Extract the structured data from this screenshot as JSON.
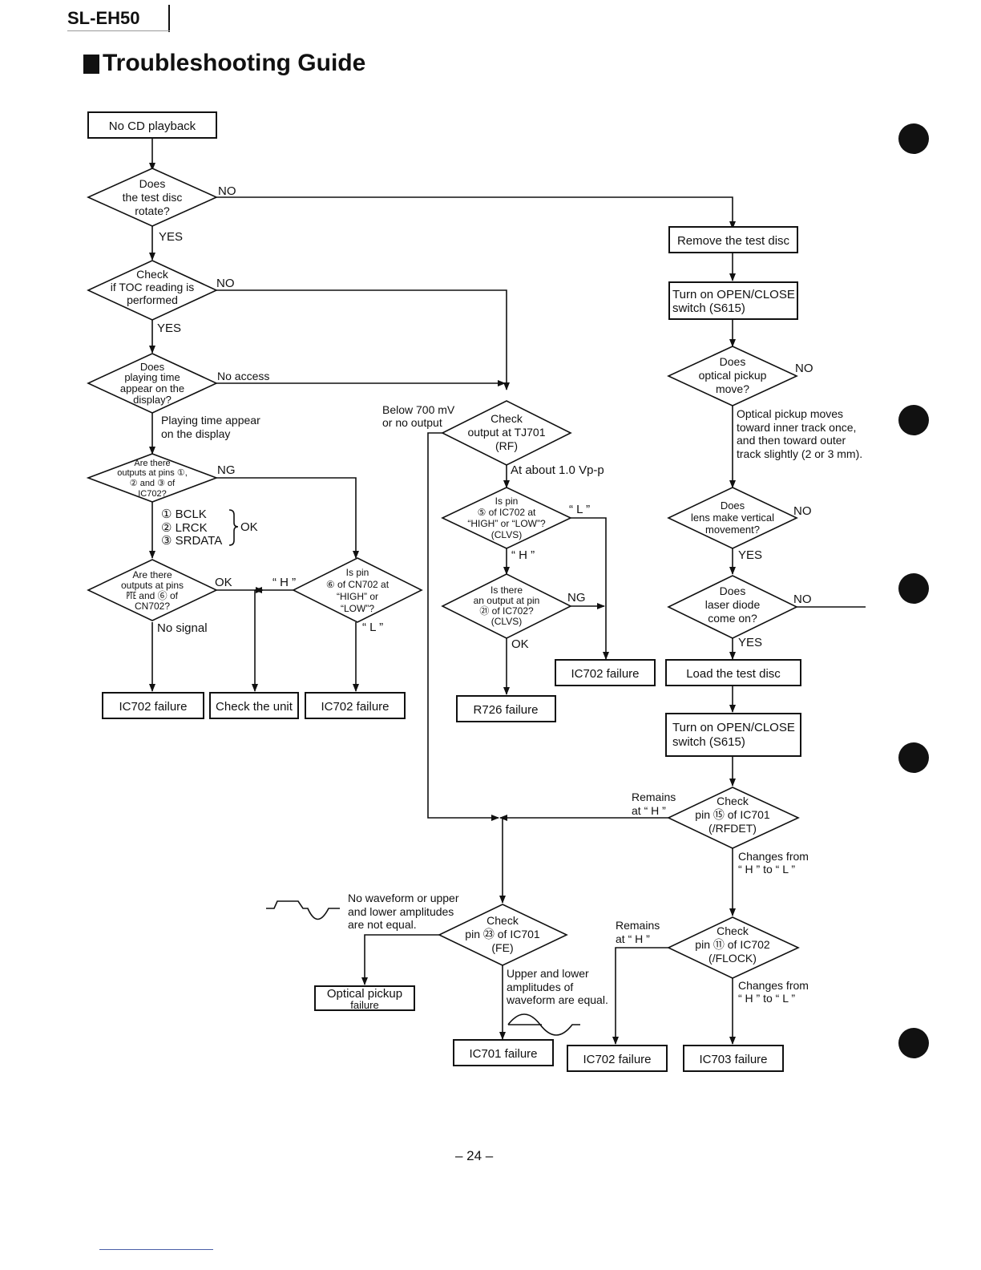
{
  "header": {
    "model": "SL-EH50",
    "title": "Troubleshooting Guide"
  },
  "page_number": "– 24 –",
  "flow": {
    "start": "No CD playback",
    "rotate_q": [
      "Does",
      "the test disc",
      "rotate?"
    ],
    "toc_q": [
      "Check",
      "if TOC reading is",
      "performed"
    ],
    "playtime_q": [
      "Does",
      "playing time",
      "appear on the",
      "display?"
    ],
    "outputs_q": [
      "Are there",
      "outputs at pins ①,",
      "② and ③ of",
      "IC702?"
    ],
    "signals": [
      "① BCLK",
      "② LRCK",
      "③ SRDATA"
    ],
    "cn702_q": [
      "Are there",
      "outputs at pins",
      "㉐ and ⑥ of",
      "CN702?"
    ],
    "pin6_q": [
      "Is pin",
      "⑥ of CN702 at",
      "“HIGH” or",
      "“LOW”?"
    ],
    "rf_q": [
      "Check",
      "output at TJ701",
      "(RF)"
    ],
    "clvs_q": [
      "Is pin",
      "⑤ of IC702 at",
      "“HIGH” or “LOW”?",
      "(CLVS)"
    ],
    "pin25_q": [
      "Is there",
      "an output at pin",
      "㉑ of IC702?",
      "(CLVS)"
    ],
    "pickup_q": [
      "Does",
      "optical pickup",
      "move?"
    ],
    "lens_q": [
      "Does",
      "lens make vertical",
      "movement?"
    ],
    "laser_q": [
      "Does",
      "laser diode",
      "come on?"
    ],
    "rfdet_q": [
      "Check",
      "pin ⑮ of IC701",
      "(/RFDET)"
    ],
    "fe_q": [
      "Check",
      "pin ㉓ of IC701",
      "(FE)"
    ],
    "flock_q": [
      "Check",
      "pin ⑪ of IC702",
      "(/FLOCK)"
    ],
    "remove_disc": "Remove the test disc",
    "open_close_1": [
      "Turn on OPEN/CLOSE",
      "switch (S615)"
    ],
    "open_close_2": [
      "Turn on OPEN/CLOSE",
      "switch (S615)"
    ],
    "load_disc": "Load the test disc",
    "fail_ic702_a": "IC702 failure",
    "check_unit": "Check the unit",
    "fail_ic702_b": "IC702 failure",
    "fail_r726": "R726 failure",
    "fail_ic702_c": "IC702 failure",
    "fail_pickup": [
      "Optical pickup",
      "failure"
    ],
    "fail_ic701": "IC701 failure",
    "fail_ic702_d": "IC702 failure",
    "fail_ic703": "IC703 failure",
    "labels": {
      "no_1": "NO",
      "yes_1": "YES",
      "no_2": "NO",
      "yes_2": "YES",
      "no_access": "No access",
      "playing_time": [
        "Playing time appear",
        "on the display"
      ],
      "ng_1": "NG",
      "ok_1": "OK",
      "ok_2": "OK",
      "h_1": "“ H ”",
      "l_1": "“ L ”",
      "no_signal": "No signal",
      "below_700": [
        "Below 700 mV",
        "or no output"
      ],
      "about_1vpp": "At about 1.0 Vp-p",
      "l_2": "“ L ”",
      "h_2": "“ H ”",
      "ng_2": "NG",
      "ok_3": "OK",
      "no_3": "NO",
      "pickup_moves": [
        "Optical pickup moves",
        "toward inner track once,",
        "and then toward outer",
        "track slightly (2 or 3 mm)."
      ],
      "no_4": "NO",
      "yes_3": "YES",
      "no_5": "NO",
      "yes_4": "YES",
      "remains_h_1": [
        "Remains",
        "at “ H ”"
      ],
      "changes_1": [
        "Changes from",
        "“ H ” to “ L ”"
      ],
      "no_waveform": [
        "No waveform or upper",
        "and lower amplitudes",
        "are not equal."
      ],
      "equal_amp": [
        "Upper and lower",
        "amplitudes of",
        "waveform are equal."
      ],
      "remains_h_2": [
        "Remains",
        "at “ H ”"
      ],
      "changes_2": [
        "Changes from",
        "“ H ” to “ L ”"
      ]
    }
  }
}
